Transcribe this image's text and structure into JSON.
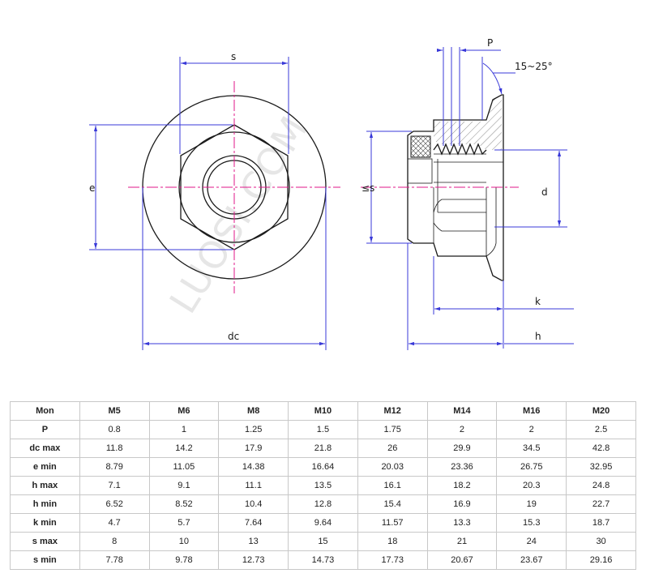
{
  "drawing": {
    "front_view": {
      "dim_s": "s",
      "dim_e": "e",
      "dim_dc": "dc"
    },
    "side_view": {
      "dim_p": "P",
      "dim_angle": "15~25°",
      "dim_s_max": "≤s",
      "dim_d": "d",
      "dim_k": "k",
      "dim_h": "h"
    },
    "watermark": "LUOSI.COM",
    "colors": {
      "dimension_line": "#3838d8",
      "center_line": "#e0178a",
      "outline": "#1a1a1a"
    }
  },
  "table": {
    "header_label": "Mon",
    "sizes": [
      "M5",
      "M6",
      "M8",
      "M10",
      "M12",
      "M14",
      "M16",
      "M20"
    ],
    "rows": [
      {
        "label": "P",
        "values": [
          "0.8",
          "1",
          "1.25",
          "1.5",
          "1.75",
          "2",
          "2",
          "2.5"
        ]
      },
      {
        "label": "dc max",
        "values": [
          "11.8",
          "14.2",
          "17.9",
          "21.8",
          "26",
          "29.9",
          "34.5",
          "42.8"
        ]
      },
      {
        "label": "e min",
        "values": [
          "8.79",
          "11.05",
          "14.38",
          "16.64",
          "20.03",
          "23.36",
          "26.75",
          "32.95"
        ]
      },
      {
        "label": "h max",
        "values": [
          "7.1",
          "9.1",
          "11.1",
          "13.5",
          "16.1",
          "18.2",
          "20.3",
          "24.8"
        ]
      },
      {
        "label": "h min",
        "values": [
          "6.52",
          "8.52",
          "10.4",
          "12.8",
          "15.4",
          "16.9",
          "19",
          "22.7"
        ]
      },
      {
        "label": "k min",
        "values": [
          "4.7",
          "5.7",
          "7.64",
          "9.64",
          "11.57",
          "13.3",
          "15.3",
          "18.7"
        ]
      },
      {
        "label": "s max",
        "values": [
          "8",
          "10",
          "13",
          "15",
          "18",
          "21",
          "24",
          "30"
        ]
      },
      {
        "label": "s min",
        "values": [
          "7.78",
          "9.78",
          "12.73",
          "14.73",
          "17.73",
          "20.67",
          "23.67",
          "29.16"
        ]
      }
    ]
  }
}
